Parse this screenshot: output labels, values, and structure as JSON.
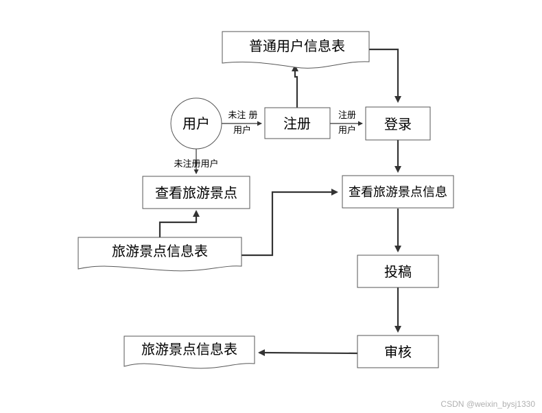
{
  "nodes": {
    "common_user_table": "普通用户信息表",
    "user": "用户",
    "register": "注册",
    "login": "登录",
    "view_spots": "查看旅游景点",
    "view_spot_info": "查看旅游景点信息",
    "spot_table_left": "旅游景点信息表",
    "submit": "投稿",
    "review": "审核",
    "spot_table_output": "旅游景点信息表"
  },
  "edges": {
    "user_to_register_line1": "未注 册",
    "user_to_register_line2": "用户",
    "register_to_login_line1": "注册",
    "register_to_login_line2": "用户",
    "user_to_view": "未注册用户"
  },
  "watermark": "CSDN @weixin_bysj1330"
}
